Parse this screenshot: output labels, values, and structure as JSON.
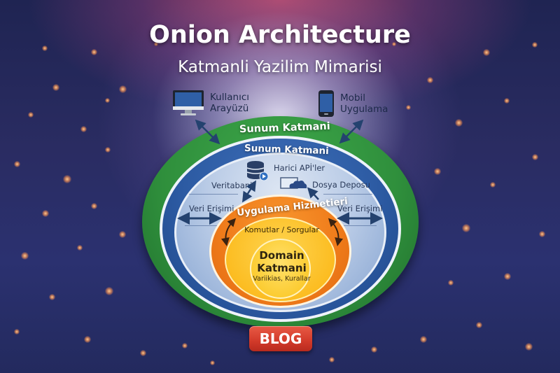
{
  "header": {
    "title": "Onion Architecture",
    "subtitle": "Katmanli Yazilim Mimarisi"
  },
  "external_clients": [
    {
      "label_line1": "Kullanıcı",
      "label_line2": "Arayüzü",
      "icon": "desktop-monitor-icon"
    },
    {
      "label_line1": "Mobil",
      "label_line2": "Uygulama",
      "icon": "mobile-phone-icon"
    }
  ],
  "layers": {
    "outer_green": {
      "label": "Sunum Katmani",
      "color": "#2f8f3c"
    },
    "blue": {
      "label": "Sunum Katmani",
      "color": "#2c5aa2"
    },
    "infrastructure": {
      "color": "#b9cbe6",
      "items": {
        "external_apis": {
          "label": "Harici APİ'ler",
          "icon": "database-icon"
        },
        "database": {
          "label": "Veritabani"
        },
        "file_storage": {
          "label": "Dosya Deposu",
          "icon": "cloud-storage-icon"
        },
        "data_access_left": {
          "label": "Veri Erişimi"
        },
        "data_access_right": {
          "label": "Veri Erişimi"
        }
      }
    },
    "application": {
      "label": "Uygulama Hizmetieri",
      "color": "#ef7b1a"
    },
    "commands": {
      "label": "Komutlar / Sorgular",
      "color": "#fcbd22"
    },
    "domain": {
      "title_line1": "Domain",
      "title_line2": "Katmani",
      "subtitle": "Variikias, Kurallar",
      "color": "#fccc32"
    }
  },
  "footer": {
    "blog_button": "BLOG",
    "blog_color": "#d23a2a"
  }
}
